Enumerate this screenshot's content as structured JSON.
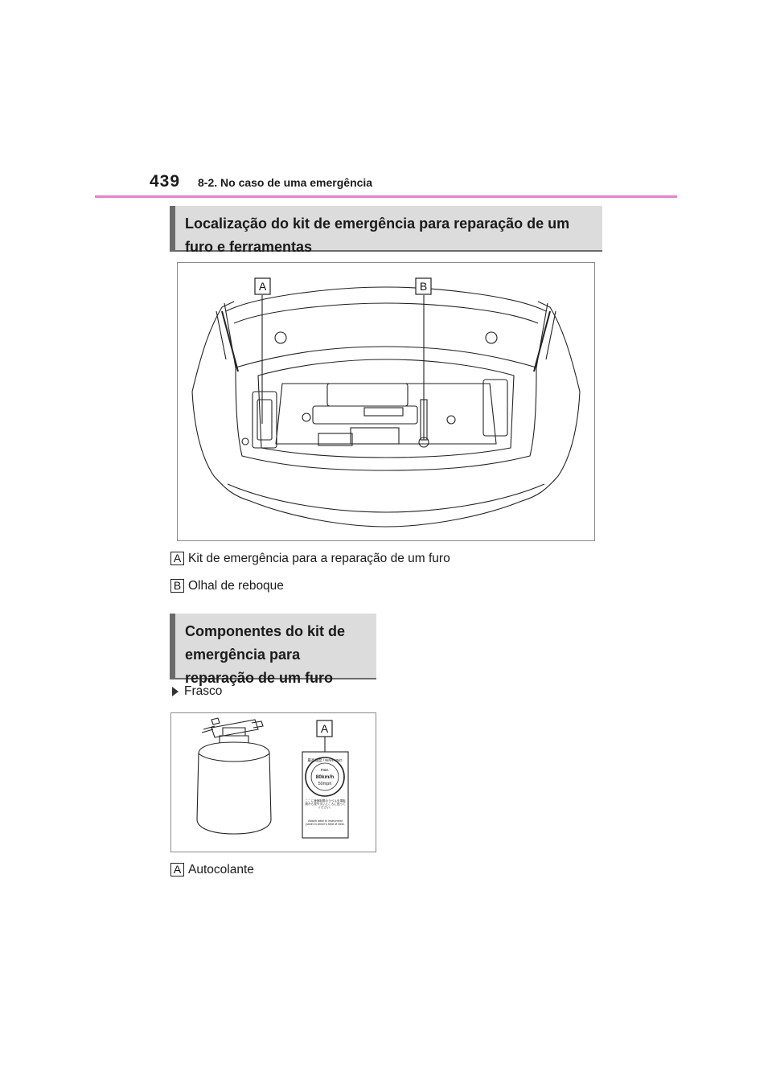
{
  "header": {
    "page_number": "439",
    "section": "8-2. No caso de uma emergência"
  },
  "section1": {
    "heading": "Localização do kit de emergência para reparação de um furo e ferramentas",
    "figure_labels": [
      "A",
      "B"
    ],
    "captions": [
      {
        "badge": "A",
        "text": "Kit de emergência para a reparação de um furo"
      },
      {
        "badge": "B",
        "text": "Olhal de reboque"
      }
    ]
  },
  "section2": {
    "heading": "Componentes do kit de emergência para reparação de um furo",
    "bullet": "Frasco",
    "figure_label": "A",
    "sticker": {
      "circle_top": "最高速度 / WARNING",
      "circle_max": "max.",
      "speed_kmh": "80km/h",
      "speed_mph": "50mph",
      "jp_note": "ここに速度制限のラベルを運転席から見やすいところに貼ってください。",
      "en_note": "Attach label to instrument panel in driver's field of view."
    },
    "caption": {
      "badge": "A",
      "text": "Autocolante"
    }
  },
  "colors": {
    "accent_rule": "#e682c8",
    "heading_bg": "#dcdcdc",
    "heading_bar": "#6a6a6a"
  }
}
